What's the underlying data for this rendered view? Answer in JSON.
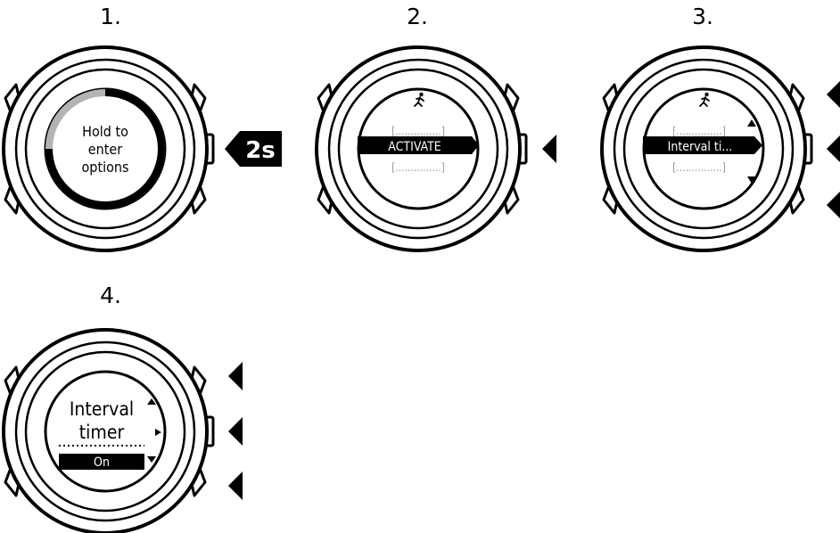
{
  "steps": [
    {
      "number": "1.",
      "screen_lines": [
        "Hold to",
        "enter",
        "options"
      ],
      "press_label": "2s"
    },
    {
      "number": "2.",
      "placeholder_top": "[...............]",
      "selected": "ACTIVATE",
      "placeholder_bottom": "[...............]"
    },
    {
      "number": "3.",
      "placeholder_top": "[...............]",
      "selected": "Interval ti...",
      "placeholder_bottom": "[...............]"
    },
    {
      "number": "4.",
      "title_line1": "Interval",
      "title_line2": "timer",
      "value": "On"
    }
  ],
  "icons": {
    "activity": "running-figure-icon",
    "press": "triangle-left-arrow-icon",
    "scroll_up": "triangle-up-icon",
    "scroll_down": "triangle-down-icon",
    "select": "triangle-right-icon"
  },
  "colors": {
    "ink": "#000000",
    "progress": "#b3b3b3",
    "paper": "#ffffff",
    "placeholder": "#999999"
  }
}
